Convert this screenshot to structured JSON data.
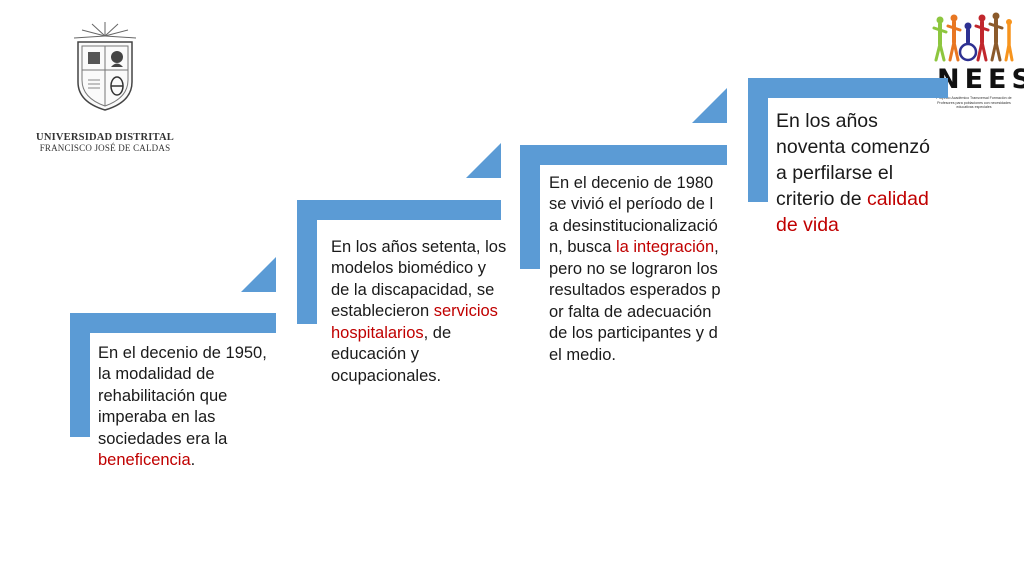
{
  "logo_left": {
    "name_line1": "UNIVERSIDAD DISTRITAL",
    "name_line2": "FRANCISCO JOSÉ DE CALDAS"
  },
  "logo_right": {
    "wordmark": "NEES",
    "subtitle": "Proyecto Académico Transversal Formación de Profesores para poblaciones con necesidades educativas especiales"
  },
  "steps": [
    {
      "before": "En el decenio de 1950, la modalidad de rehabilitación que imperaba en las sociedades era la ",
      "highlight": "beneficencia",
      "after": "."
    },
    {
      "before": "En los años setenta, los modelos biomédico y de la discapacidad, se establecieron ",
      "highlight": "servicios hospitalarios",
      "after": ", de educación y ocupacionales."
    },
    {
      "before": "En el decenio de 1980 se vivió el período de la desinstitucionalización, busca ",
      "highlight": "la integración",
      "after": ", pero no se lograron los resultados esperados por falta de adecuación de los participantes y del medio."
    },
    {
      "before": "En los años noventa comenzó a perfilarse el criterio de ",
      "highlight": "calidad de vida",
      "after": ""
    }
  ],
  "colors": {
    "step": "#5b9bd5",
    "highlight": "#c00000",
    "text": "#1a1a1a"
  }
}
